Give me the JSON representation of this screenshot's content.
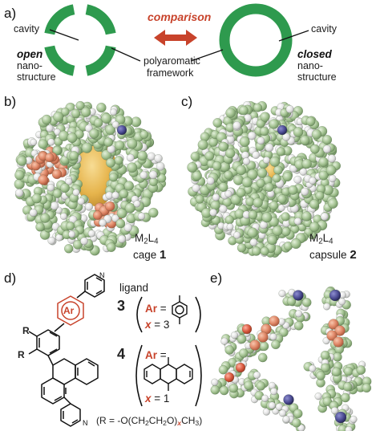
{
  "panels": {
    "a": "a)",
    "b": "b)",
    "c": "c)",
    "d": "d)",
    "e": "e)"
  },
  "panel_a": {
    "comparison": "comparison",
    "cavity_left": "cavity",
    "cavity_right": "cavity",
    "open_word": "open",
    "open_rest_1": "nano-",
    "open_rest_2": "structure",
    "closed_word": "closed",
    "closed_rest_1": "nano-",
    "closed_rest_2": "structure",
    "framework_1": "polyaromatic",
    "framework_2": "framework"
  },
  "panel_b": {
    "formula_main": "M",
    "formula_sub1": "2",
    "formula_l": "L",
    "formula_sub2": "4",
    "name": "cage",
    "number": "1"
  },
  "panel_c": {
    "formula_main": "M",
    "formula_sub1": "2",
    "formula_l": "L",
    "formula_sub2": "4",
    "name": "capsule",
    "number": "2"
  },
  "panel_d": {
    "ligand": "ligand",
    "ar_label": "Ar",
    "entry3_number": "3",
    "entry3_ar": "Ar",
    "entry3_eq": " =",
    "entry3_x": "x",
    "entry3_xval": " = 3",
    "entry4_number": "4",
    "entry4_ar": "Ar",
    "entry4_eq": " =",
    "entry4_x": "x",
    "entry4_xval": " = 1",
    "r1": "R",
    "r2": "R",
    "r_def_prefix": "(R = -O(CH",
    "r_def_s1": "2",
    "r_def_mid": "CH",
    "r_def_s2": "2",
    "r_def_o": "O)",
    "r_def_x": "x",
    "r_def_ch": "CH",
    "r_def_s3": "3",
    "r_def_end": ")"
  },
  "colors": {
    "green_ring": "#2e9a4e",
    "accent_red": "#c8432b",
    "cpk_green": "#a9c79a",
    "cpk_orange": "#e08868",
    "cpk_yellow": "#e9b94f",
    "cpk_white": "#eeeeee",
    "cpk_blue": "#4a4a8a"
  }
}
